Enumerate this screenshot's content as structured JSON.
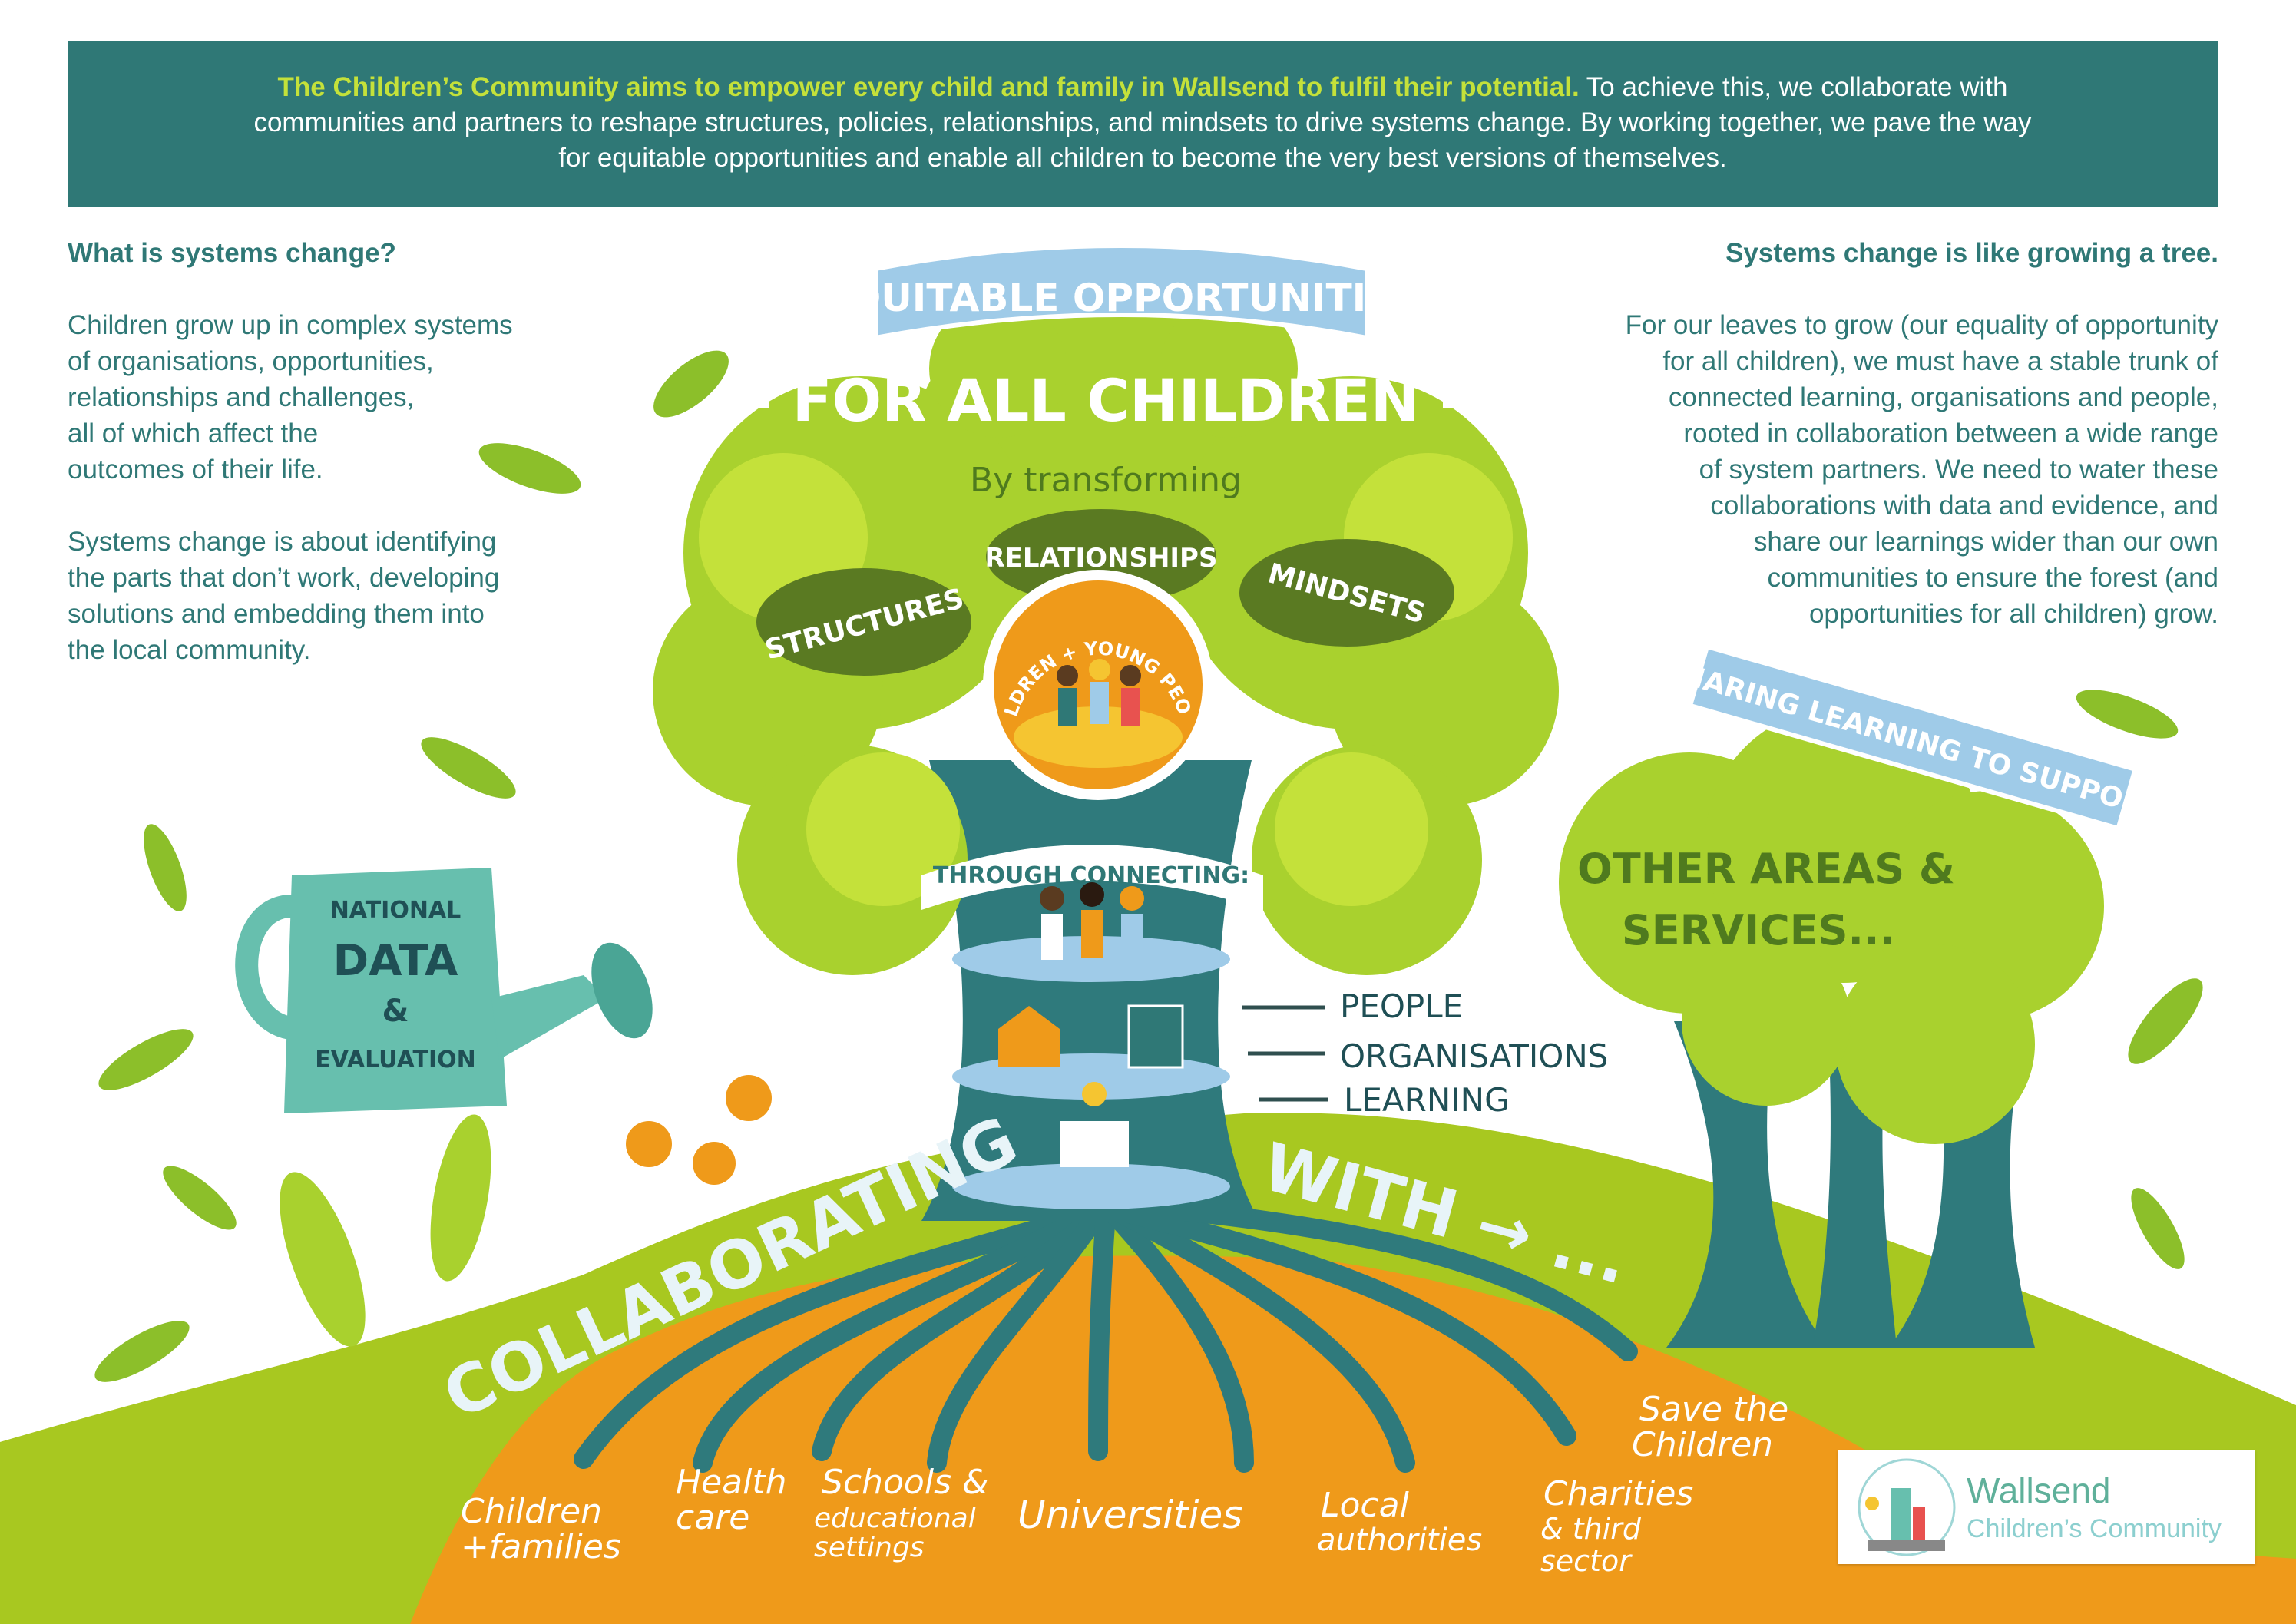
{
  "banner": {
    "highlight": "The Children’s Community aims to empower every child and family in Wallsend to fulfil their potential.",
    "line1_rest": " To achieve this, we collaborate with",
    "line2": "communities and partners to reshape structures, policies, relationships, and mindsets to drive systems change. By working together, we pave the way",
    "line3": "for equitable opportunities and enable all children to become the very best versions of themselves."
  },
  "left": {
    "heading": "What is systems change?",
    "para1": [
      "Children grow up in complex systems",
      "of organisations, opportunities,",
      "relationships and challenges,",
      "all of which affect the",
      "outcomes of their life."
    ],
    "para2": [
      "Systems change is about identifying",
      "the parts that don’t work, developing",
      "solutions and embedding them into",
      "the local community."
    ]
  },
  "right": {
    "heading": "Systems change is like growing a tree.",
    "para": [
      "For our leaves to grow (our equality of opportunity",
      "for all children), we must have a stable trunk of",
      "connected learning, organisations and people,",
      "rooted in collaboration between a wide range",
      "of system partners. We need to water these",
      "collaborations with data and evidence, and",
      "share our learnings wider than our own",
      "communities to ensure the forest (and",
      "opportunities for all children) grow."
    ]
  },
  "tree": {
    "ribbon": "EQUITABLE OPPORTUNITIES",
    "arc_title": "- FOR ALL CHILDREN -",
    "subtitle": "By transforming",
    "clouds": [
      "STRUCTURES",
      "RELATIONSHIPS",
      "MINDSETS"
    ],
    "circle": "CHILDREN + YOUNG PEOPLE",
    "connecting": "THROUGH CONNECTING:",
    "layers": [
      "PEOPLE",
      "ORGANISATIONS",
      "LEARNING"
    ],
    "collaborating": "COLLABORATING",
    "with": "WITH → ..."
  },
  "watering_can": {
    "lines": [
      "NATIONAL",
      "DATA",
      "&",
      "EVALUATION"
    ]
  },
  "other_trees": {
    "ribbon": "SHARING LEARNING TO SUPPORT",
    "lines": [
      "OTHER AREAS &",
      "SERVICES..."
    ]
  },
  "roots": [
    {
      "lines": [
        "Children",
        "+families"
      ]
    },
    {
      "lines": [
        "Health",
        "care"
      ]
    },
    {
      "lines": [
        "Schools &",
        "educational",
        "settings"
      ]
    },
    {
      "lines": [
        "Universities"
      ]
    },
    {
      "lines": [
        "Local",
        "authorities"
      ]
    },
    {
      "lines": [
        "Charities",
        "& third",
        "sector"
      ]
    },
    {
      "lines": [
        "Save the",
        "Children"
      ]
    }
  ],
  "logo": {
    "line1": "Wallsend",
    "line2": "Children’s Community"
  },
  "colors": {
    "teal": "#2f7876",
    "lime": "#c4e13a",
    "leaf": "#a9d12e",
    "hill": "#a8c820",
    "ground": "#ef9a1a",
    "ribbon": "#9fcbe8",
    "cloud": "#5a7a22"
  }
}
